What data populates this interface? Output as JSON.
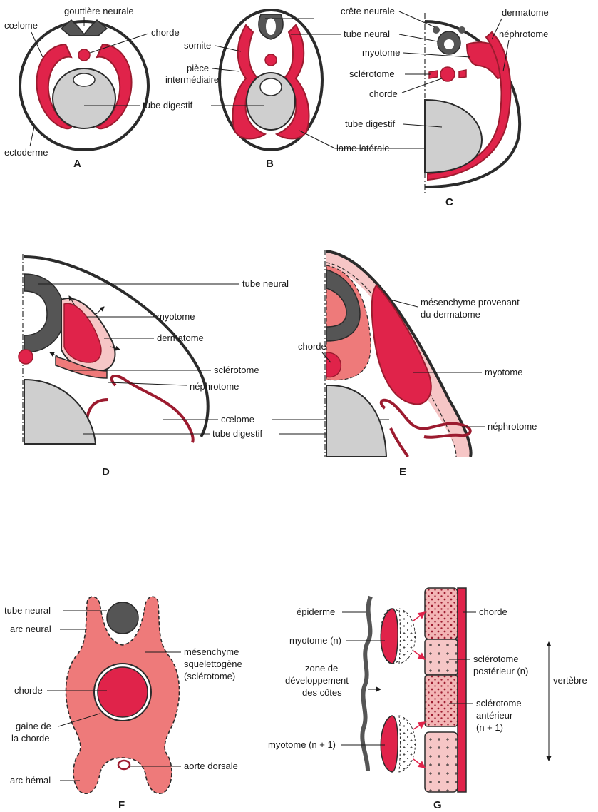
{
  "colors": {
    "red": "#e0234a",
    "dark_red": "#9c1b2f",
    "pink": "#ee7a7a",
    "light_pink": "#f6c6c6",
    "dark_grey": "#555555",
    "light_grey": "#cfcfcf",
    "outline": "#2b2b2b"
  },
  "panels": {
    "A": {
      "letter": "A",
      "labels": {
        "gouttiere_neurale": "gouttière neurale",
        "coelome": "cœlome",
        "chorde": "chorde",
        "tube_digestif": "tube digestif",
        "ectoderme": "ectoderme"
      }
    },
    "B": {
      "letter": "B",
      "labels": {
        "somite": "somite",
        "piece_intermediaire_1": "pièce",
        "piece_intermediaire_2": "intermédiaire",
        "lame_laterale": "lame latérale"
      }
    },
    "C": {
      "letter": "C",
      "labels": {
        "crete_neurale": "crête neurale",
        "tube_neural": "tube neural",
        "dermatome": "dermatome",
        "nephrotome": "néphrotome",
        "myotome": "myotome",
        "sclerotome": "sclérotome",
        "chorde": "chorde",
        "tube_digestif": "tube digestif"
      }
    },
    "D": {
      "letter": "D",
      "labels": {
        "tube_neural": "tube neural",
        "myotome": "myotome",
        "dermatome": "dermatome",
        "sclerotome": "sclérotome",
        "nephrotome": "néphrotome",
        "coelome": "cœlome",
        "tube_digestif": "tube digestif"
      }
    },
    "E": {
      "letter": "E",
      "labels": {
        "mesenchyme_1": "mésenchyme provenant",
        "mesenchyme_2": "du dermatome",
        "chorde": "chorde",
        "myotome": "myotome",
        "nephrotome": "néphrotome"
      }
    },
    "F": {
      "letter": "F",
      "labels": {
        "tube_neural": "tube neural",
        "arc_neural": "arc neural",
        "mesenchyme_1": "mésenchyme",
        "mesenchyme_2": "squelettogène",
        "mesenchyme_3": "(sclérotome)",
        "chorde": "chorde",
        "gaine_1": "gaine de",
        "gaine_2": "la chorde",
        "aorte_dorsale": "aorte dorsale",
        "arc_hemal": "arc hémal"
      }
    },
    "G": {
      "letter": "G",
      "labels": {
        "epiderme": "épiderme",
        "myotome_n": "myotome (n)",
        "zone_1": "zone de",
        "zone_2": "développement",
        "zone_3": "des côtes",
        "myotome_n1": "myotome (n + 1)",
        "chorde": "chorde",
        "sclero_post_1": "sclérotome",
        "sclero_post_2": "postérieur (n)",
        "sclero_ant_1": "sclérotome",
        "sclero_ant_2": "antérieur",
        "sclero_ant_3": "(n + 1)",
        "vertebre": "vertèbre"
      }
    }
  }
}
